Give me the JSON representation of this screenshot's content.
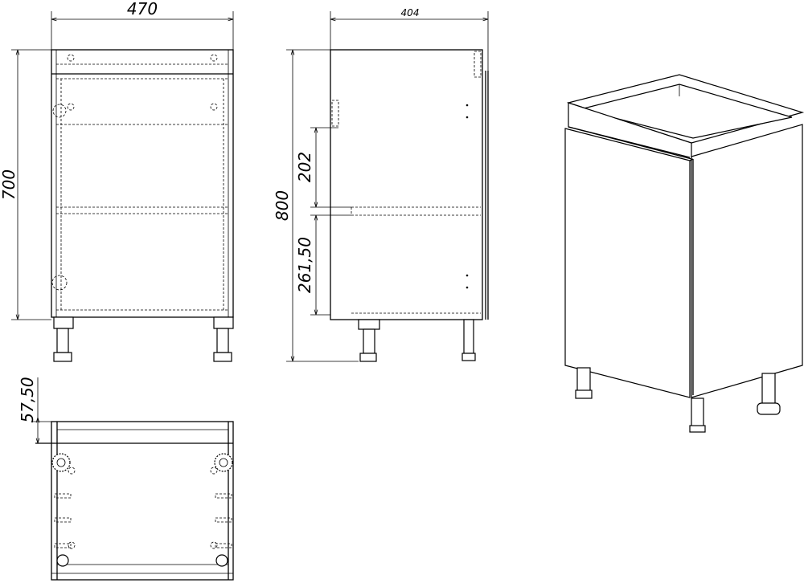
{
  "dimensions": {
    "front_width": "470",
    "front_height": "700",
    "side_depth": "404",
    "side_height": "800",
    "upper_compartment": "202",
    "lower_compartment": "261,50",
    "top_rail_offset": "57,50"
  }
}
